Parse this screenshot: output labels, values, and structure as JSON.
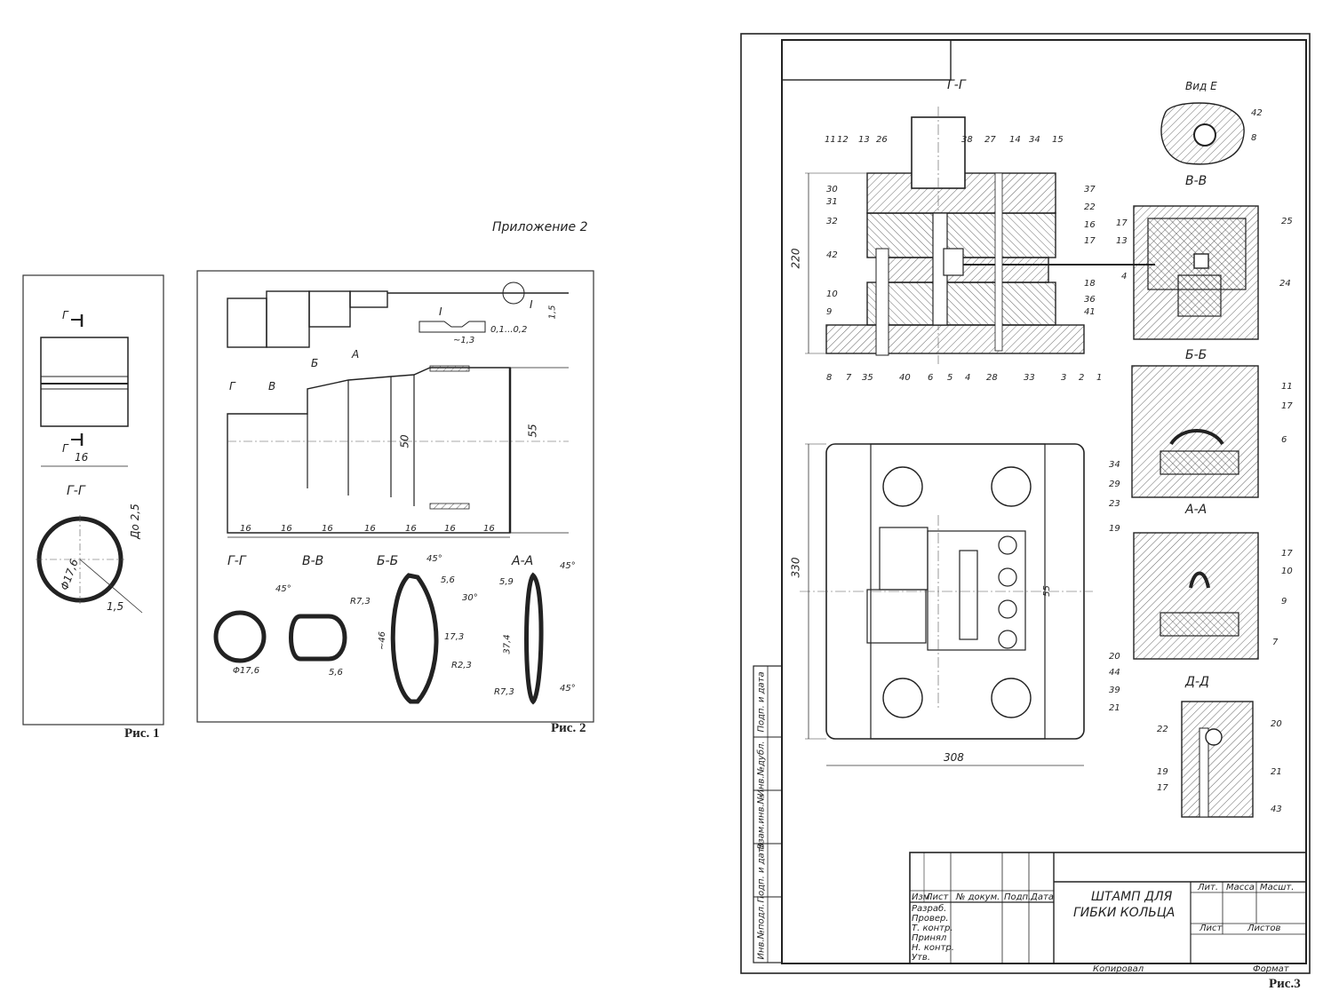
{
  "appendix": "Приложение 2",
  "figures": {
    "fig1": "Рис. 1",
    "fig2": "Рис. 2",
    "fig3": "Рис.3"
  },
  "fig1": {
    "section_mark": "Г",
    "dim_width": "16",
    "section_title": "Г-Г",
    "dim_dia": "Φ17,6",
    "dim_gap": "До 2,5",
    "dim_thk": "1,5"
  },
  "fig2": {
    "detail_label": "I",
    "detail_dims": [
      "~1,3",
      "0,1...0,2"
    ],
    "dim_15": "1,5",
    "dims_width": [
      "16",
      "16",
      "16",
      "16",
      "16",
      "16",
      "16"
    ],
    "dim_50": "50",
    "dim_55": "55",
    "sections": [
      "Г-Г",
      "В-В",
      "Б-Б",
      "А-А"
    ],
    "marks": [
      "Б",
      "А",
      "Г",
      "В"
    ],
    "gg_dim": "Φ17,6",
    "vv_dims": [
      "45°",
      "R7,3",
      "5,6"
    ],
    "bb_dims": [
      "45°",
      "5,6",
      "30°",
      "17,3",
      "R2,3",
      "~46"
    ],
    "aa_dims": [
      "45°",
      "5,9",
      "37,4",
      "R7,3",
      "45°"
    ]
  },
  "fig3": {
    "section_top": "Г-Г",
    "view_e": "Вид Е",
    "section_vv": "В-В",
    "section_bb": "Б-Б",
    "section_aa": "А-А",
    "section_dd": "Д-Д",
    "dim_220": "220",
    "dim_330": "330",
    "dim_308": "308",
    "dim_55": "55",
    "callouts_top": [
      "11",
      "12",
      "13",
      "26",
      "38",
      "27",
      "14",
      "34",
      "15"
    ],
    "callouts_left": [
      "30",
      "31",
      "32",
      "42",
      "10",
      "9"
    ],
    "callouts_right": [
      "37",
      "22",
      "16",
      "17",
      "18",
      "36",
      "41"
    ],
    "callouts_bottom": [
      "8",
      "7",
      "35",
      "40",
      "6",
      "5",
      "4",
      "28",
      "33",
      "3",
      "2",
      "1"
    ],
    "plan_callouts": [
      "34",
      "29",
      "23",
      "19",
      "20",
      "44",
      "39",
      "21"
    ],
    "view_e_callouts": [
      "42",
      "8"
    ],
    "vv_callouts": [
      "17",
      "13",
      "4",
      "25",
      "24"
    ],
    "bb_callouts": [
      "11",
      "17",
      "6"
    ],
    "aa_callouts": [
      "17",
      "10",
      "9",
      "7"
    ],
    "dd_callouts": [
      "22",
      "20",
      "19",
      "17",
      "21",
      "43"
    ],
    "title_block": {
      "name_line1": "ШТАМП ДЛЯ",
      "name_line2": "ГИБКИ КОЛЬЦА",
      "header_cells": [
        "Изм",
        "Лист",
        "№ докум.",
        "Подп.",
        "Дата"
      ],
      "roles": [
        "Разраб.",
        "Провер.",
        "Т. контр.",
        "Принял",
        "Н. контр.",
        "Утв."
      ],
      "right_header": [
        "Лит.",
        "Масса",
        "Масшт."
      ],
      "sheet": "Лист",
      "sheets": "Листов",
      "copied": "Копировал",
      "format": "Формат"
    },
    "side_stamp": [
      "Инв.№подл.",
      "Подп. и дата",
      "Взам.инв.№",
      "Инв.№дубл.",
      "Подп. и дата"
    ]
  }
}
